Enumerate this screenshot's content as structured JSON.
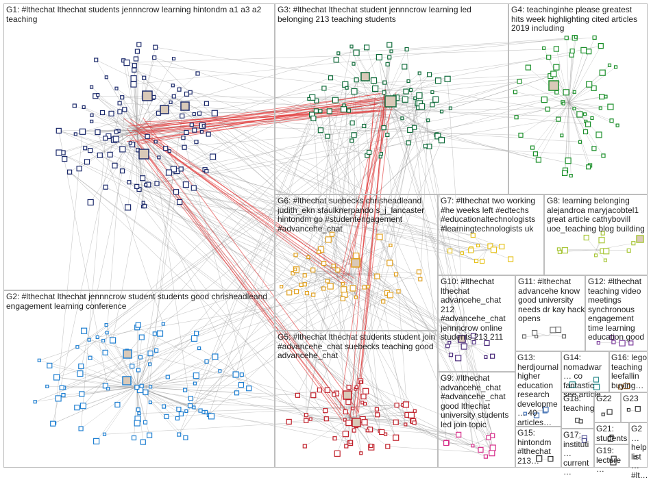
{
  "graph": {
    "background": "#ffffff",
    "edge_color": "#888888",
    "highlight_edge_color": "#e03030",
    "groups": [
      {
        "id": "G1",
        "label": "G1: #lthechat lthechat students jennncrow learning hintondm a1 a3 a2 teaching",
        "color": "#1c2a6b"
      },
      {
        "id": "G2",
        "label": "G2: #lthechat lthechat jennncrow student students good chrisheadleand engagement learning conference",
        "color": "#1f7fd1"
      },
      {
        "id": "G3",
        "label": "G3: #lthechat lthechat student jennncrow learning led belonging 213 teaching students",
        "color": "#0f6b3a"
      },
      {
        "id": "G4",
        "label": "G4: teachinginhe please greatest hits week highlighting cited articles 2019 including",
        "color": "#1b8f2a"
      },
      {
        "id": "G5",
        "label": "G5: #lthechat lthechat students student join #advancehe_chat suebecks teaching good advancehe_chat",
        "color": "#c0202a"
      },
      {
        "id": "G6",
        "label": "G6: #lthechat suebecks chrisheadleand judith_ekn sfaulknerpando s_j_lancaster hintondm go #studentengagement #advancehe_chat",
        "color": "#e0a020"
      },
      {
        "id": "G7",
        "label": "G7: #lthechat two working #he weeks left #edtechs #educationaltechnologists #learningtechnologists uk",
        "color": "#e6c21c"
      },
      {
        "id": "G8",
        "label": "G8: learning belonging alejandroa maryjacobtel1 great article cathybovill uoe_teaching blog building",
        "color": "#a9c73a"
      },
      {
        "id": "G9",
        "label": "G9: #lthechat advancehe_chat #advancehe_chat good lthechat university students led join topic",
        "color": "#d62f8a"
      },
      {
        "id": "G10",
        "label": "G10: #lthechat lthechat advancehe_chat 212 #advancehe_chat jennncrow online students 213 211",
        "color": "#4a2a7a"
      },
      {
        "id": "G11",
        "label": "G11: #lthechat advancehe know good university needs dr kay hack opens",
        "color": "#6b6b6b"
      },
      {
        "id": "G12",
        "label": "G12: #lthechat teaching video meetings synchronous engagement time learning education good",
        "color": "#7a3a9a"
      },
      {
        "id": "G13",
        "label": "G13: herdjournal higher education research developme… 40 articles…",
        "color": "#3a6ab0"
      },
      {
        "id": "G14",
        "label": "G14: nomadwar… co fantastic see article…",
        "color": "#2a8a8a"
      },
      {
        "id": "G15",
        "label": "G15: hintondm #lthechat 213…",
        "color": "#2a2a2a"
      },
      {
        "id": "G16",
        "label": "G16: lego teaching leefallin buying…",
        "color": "#8a5a2a"
      },
      {
        "id": "G17",
        "label": "G17: instituti… current…",
        "color": "#5a5a9a"
      },
      {
        "id": "G18",
        "label": "G18: teaching",
        "color": "#3a3a3a"
      },
      {
        "id": "G19",
        "label": "G19: lecture…",
        "color": "#3a3a3a"
      },
      {
        "id": "G20",
        "label": "G2… help list… #lt…",
        "color": "#3a3a3a"
      },
      {
        "id": "G21",
        "label": "G21: students",
        "color": "#3a3a3a"
      },
      {
        "id": "G22",
        "label": "G22",
        "color": "#3a3a3a"
      },
      {
        "id": "G23",
        "label": "G23",
        "color": "#3a3a3a"
      }
    ]
  }
}
